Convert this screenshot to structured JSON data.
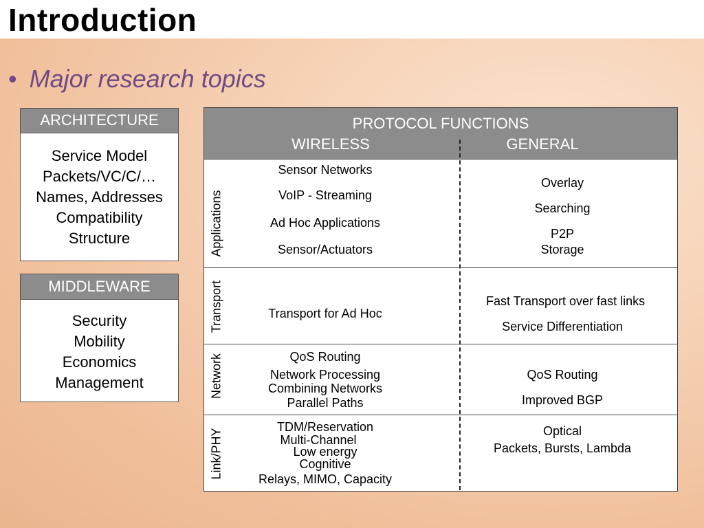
{
  "slide": {
    "title": "Introduction",
    "bullet_glyph": "•",
    "bullet_text": "Major research topics"
  },
  "architecture": {
    "heading": "ARCHITECTURE",
    "items": [
      "Service Model",
      "Packets/VC/C/…",
      "Names, Addresses",
      "Compatibility",
      "Structure"
    ]
  },
  "middleware": {
    "heading": "MIDDLEWARE",
    "items": [
      "Security",
      "Mobility",
      "Economics",
      "Management"
    ]
  },
  "protocol": {
    "heading": "PROTOCOL FUNCTIONS",
    "col_wireless": "WIRELESS",
    "col_general": "GENERAL",
    "rows": {
      "applications": {
        "label": "Applications",
        "wireless": [
          "Sensor Networks",
          "VoIP - Streaming",
          "Ad Hoc Applications",
          "Sensor/Actuators"
        ],
        "general": [
          "Overlay",
          "Searching",
          "P2P",
          "Storage"
        ]
      },
      "transport": {
        "label": "Transport",
        "wireless": [
          "Transport for Ad Hoc"
        ],
        "general": [
          "Fast Transport over fast links",
          "Service Differentiation"
        ]
      },
      "network": {
        "label": "Network",
        "wireless": [
          "QoS Routing",
          "Network Processing",
          "Combining Networks",
          "Parallel Paths"
        ],
        "general": [
          "QoS Routing",
          "Improved BGP"
        ]
      },
      "link": {
        "label": "Link/PHY",
        "wireless": [
          "TDM/Reservation",
          "Multi-Channel",
          "Low energy",
          "Cognitive",
          "Relays, MIMO, Capacity"
        ],
        "general": [
          "Optical",
          "Packets, Bursts, Lambda"
        ]
      }
    }
  },
  "colors": {
    "header_gray": "#8c8c8c",
    "bullet_purple": "#6e4a86"
  }
}
